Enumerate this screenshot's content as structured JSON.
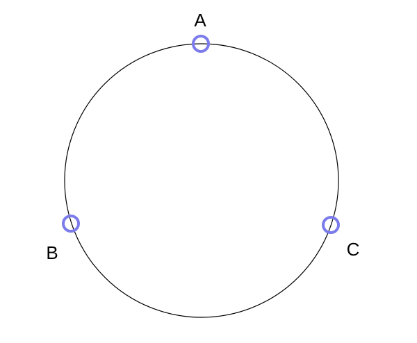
{
  "diagram": {
    "circle_color": "#000000",
    "marker_color": "#7B7BEB",
    "points": [
      {
        "label": "A"
      },
      {
        "label": "B"
      },
      {
        "label": "C"
      }
    ]
  }
}
